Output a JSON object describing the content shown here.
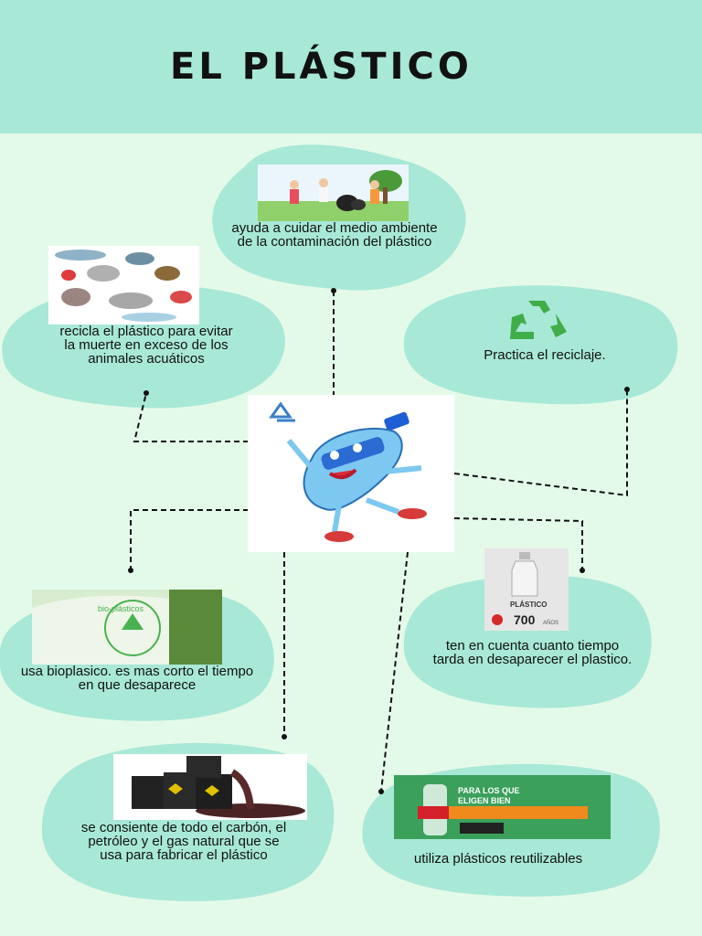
{
  "title": "EL PLÁSTICO",
  "colors": {
    "header": "#a8e8d7",
    "background": "#e4fae9",
    "blob": "#a8e8d7",
    "recycle": "#3fae49"
  },
  "nodes": {
    "environment": "ayuda a cuidar el medio ambiente de la contaminación del plástico",
    "animals": "recicla el plástico para evitar la muerte en exceso de los animales acuáticos",
    "recycle": "Practica el reciclaje.",
    "bioplastic": "usa bioplasico. es mas corto el tiempo en que desaparece",
    "time": "ten en cuenta cuanto tiempo tarda en desaparecer el plastico.",
    "fuel": "se consiente de todo el carbón, el petróleo y el gas natural que se usa para fabricar el plástico",
    "reuse": "utiliza plásticos reutilizables"
  },
  "images": {
    "bioplastic_label": "bio-plásticos",
    "bottle_label": "PLÁSTICO",
    "bottle_years": "700",
    "bottle_years_unit": "AÑOS",
    "ad_line1": "PARA LOS QUE",
    "ad_line2": "ELIGEN BIEN"
  },
  "icons": [
    "recycle-icon",
    "bottle-mascot-icon",
    "oil-barrels-icon",
    "sea-animals-icon",
    "people-cleaning-icon"
  ]
}
